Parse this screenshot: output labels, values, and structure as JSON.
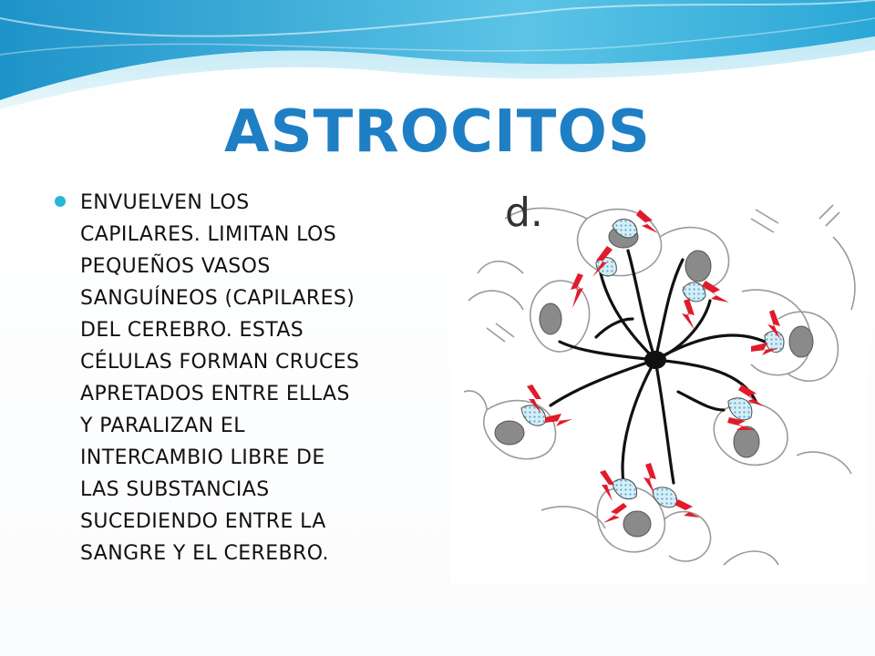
{
  "slide": {
    "title": "ASTROCITOS",
    "body": "ENVUELVEN LOS\nCAPILARES. LIMITAN LOS\nPEQUEÑOS VASOS\nSANGUÍNEOS (CAPILARES)\nDEL CEREBRO. ESTAS\nCÉLULAS FORMAN CRUCES\nAPRETADOS ENTRE ELLAS\nY PARALIZAN EL\nINTERCAMBIO LIBRE DE\nLAS SUBSTANCIAS\nSUCEDIENDO ENTRE LA\nSANGRE Y EL CEREBRO."
  },
  "figure": {
    "label": "d."
  },
  "colors": {
    "title": "#1e7fc4",
    "bullet": "#27b6d8",
    "arrow": "#e01b2b",
    "astrocyte": "#111111",
    "nucleus": "#8a8a8a",
    "endfoot": "#9fd4e8"
  }
}
